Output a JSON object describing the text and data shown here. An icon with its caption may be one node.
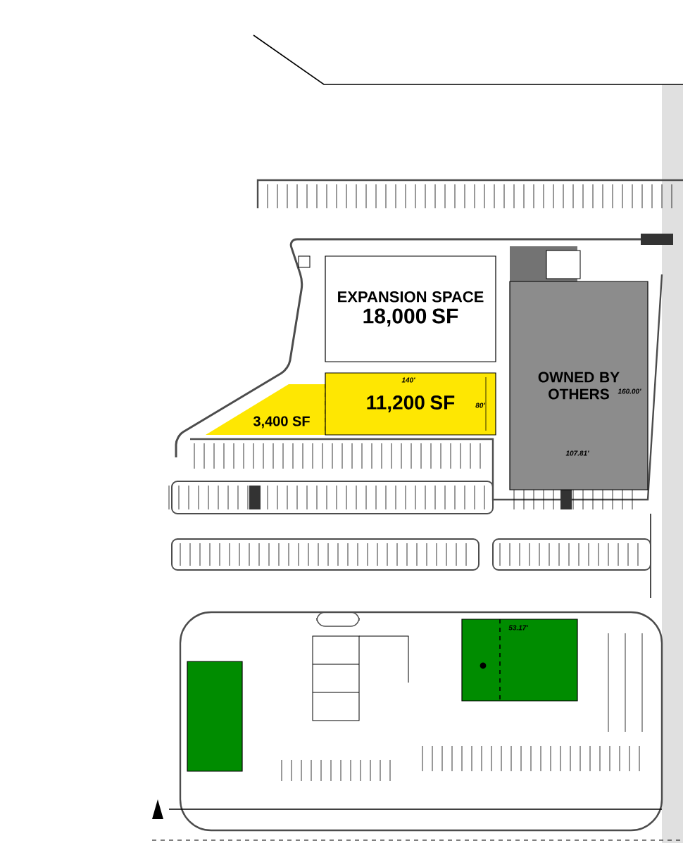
{
  "diagram": {
    "nodes": [
      {
        "text": [
          "EXPANSION SPACE",
          "18,000 SF"
        ]
      },
      {
        "text": [
          "3,400 SF"
        ]
      },
      {
        "text": [
          "11,200 SF"
        ]
      },
      {
        "text": [
          "OWNED BY OTHERS"
        ]
      },
      {
        "text": [],
        "shape": "box"
      },
      {
        "text": [],
        "shape": "box"
      }
    ],
    "labels": [
      "140'",
      "80'",
      "160.00'",
      "107.81'",
      "53.17'"
    ]
  }
}
